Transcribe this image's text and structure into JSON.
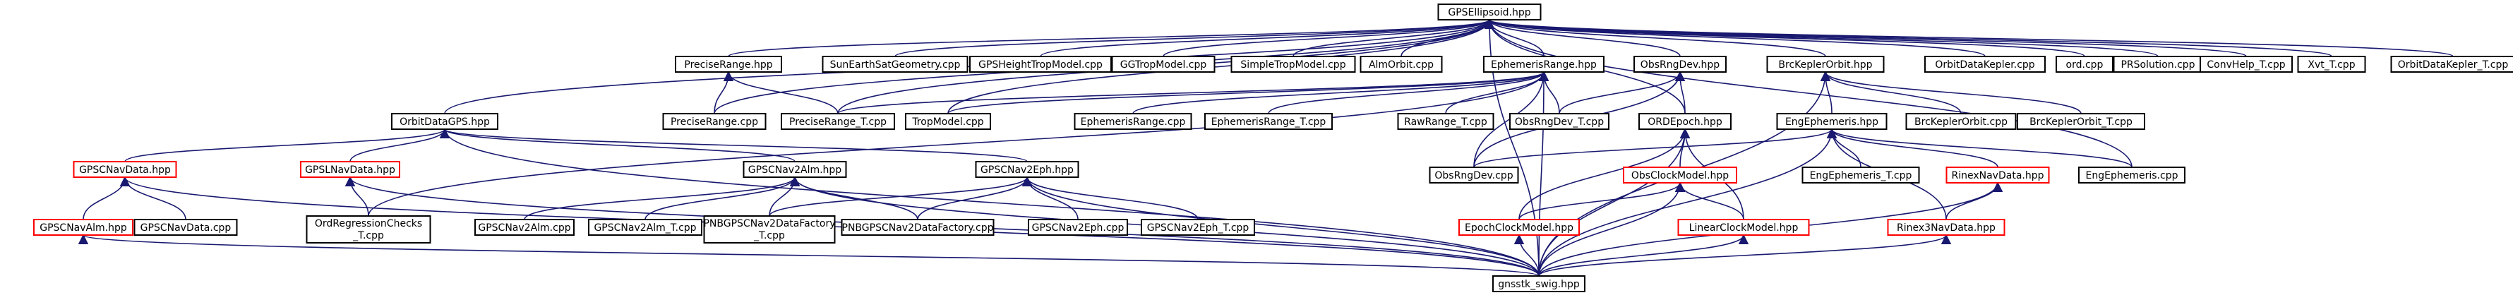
{
  "colors": {
    "edge": "#191970",
    "node_border": "#000000",
    "node_border_red": "#ff0000",
    "root_fill": "#bfbfbf",
    "node_fill": "#ffffff"
  },
  "nodes": [
    {
      "id": "root",
      "label": "GPSEllipsoid.hpp",
      "style": "root"
    },
    {
      "id": "precise_range_hpp",
      "label": "PreciseRange.hpp",
      "style": "normal"
    },
    {
      "id": "sun_earth",
      "label": "SunEarthSatGeometry.cpp",
      "style": "normal"
    },
    {
      "id": "gpsheight",
      "label": "GPSHeightTropModel.cpp",
      "style": "normal"
    },
    {
      "id": "gtrop",
      "label": "GGTropModel.cpp",
      "style": "normal"
    },
    {
      "id": "simpletrop",
      "label": "SimpleTropModel.cpp",
      "style": "normal"
    },
    {
      "id": "almorbit",
      "label": "AlmOrbit.cpp",
      "style": "normal"
    },
    {
      "id": "ephrange_hpp",
      "label": "EphemerisRange.hpp",
      "style": "normal"
    },
    {
      "id": "obsrngdev_hpp",
      "label": "ObsRngDev.hpp",
      "style": "normal"
    },
    {
      "id": "brckepler_hpp",
      "label": "BrcKeplerOrbit.hpp",
      "style": "normal"
    },
    {
      "id": "orbitdatakepler",
      "label": "OrbitDataKepler.cpp",
      "style": "normal"
    },
    {
      "id": "ord",
      "label": "ord.cpp",
      "style": "normal"
    },
    {
      "id": "prsolution",
      "label": "PRSolution.cpp",
      "style": "normal"
    },
    {
      "id": "convhelp",
      "label": "ConvHelp_T.cpp",
      "style": "normal"
    },
    {
      "id": "xvt_t",
      "label": "Xvt_T.cpp",
      "style": "normal"
    },
    {
      "id": "orbitdatakepler_t",
      "label": "OrbitDataKepler_T.cpp",
      "style": "normal"
    },
    {
      "id": "orbitdatagps",
      "label": "OrbitDataGPS.hpp",
      "style": "normal"
    },
    {
      "id": "preciserange_cpp",
      "label": "PreciseRange.cpp",
      "style": "normal"
    },
    {
      "id": "preciserange_t",
      "label": "PreciseRange_T.cpp",
      "style": "normal"
    },
    {
      "id": "tropmodel",
      "label": "TropModel.cpp",
      "style": "normal"
    },
    {
      "id": "ephrange_cpp",
      "label": "EphemerisRange.cpp",
      "style": "normal"
    },
    {
      "id": "ephrange_t",
      "label": "EphemerisRange_T.cpp",
      "style": "normal"
    },
    {
      "id": "rawrange_t",
      "label": "RawRange_T.cpp",
      "style": "normal"
    },
    {
      "id": "obsrngdev_t",
      "label": "ObsRngDev_T.cpp",
      "style": "normal"
    },
    {
      "id": "engephemeris_hpp",
      "label": "EngEphemeris.hpp",
      "style": "normal"
    },
    {
      "id": "brckepler_cpp",
      "label": "BrcKeplerOrbit.cpp",
      "style": "normal"
    },
    {
      "id": "brckepler_t",
      "label": "BrcKeplerOrbit_T.cpp",
      "style": "normal"
    },
    {
      "id": "ordepoch_hpp",
      "label": "ORDEpoch.hpp",
      "style": "normal"
    },
    {
      "id": "gpscnavdata_hpp",
      "label": "GPSCNavData.hpp",
      "style": "red"
    },
    {
      "id": "gpslnavdata_hpp",
      "label": "GPSLNavData.hpp",
      "style": "red"
    },
    {
      "id": "gpscnav2alm_hpp",
      "label": "GPSCNav2Alm.hpp",
      "style": "normal"
    },
    {
      "id": "gpscnav2eph_hpp",
      "label": "GPSCNav2Eph.hpp",
      "style": "normal"
    },
    {
      "id": "obsrngdev_cpp",
      "label": "ObsRngDev.cpp",
      "style": "normal"
    },
    {
      "id": "obsclockmodel_hpp",
      "label": "ObsClockModel.hpp",
      "style": "red"
    },
    {
      "id": "engephemeris_t",
      "label": "EngEphemeris_T.cpp",
      "style": "normal"
    },
    {
      "id": "rinexnavdata_hpp",
      "label": "RinexNavData.hpp",
      "style": "red"
    },
    {
      "id": "engephemeris_cpp",
      "label": "EngEphemeris.cpp",
      "style": "normal"
    },
    {
      "id": "gpscnavalm_hpp",
      "label": "GPSCNavAlm.hpp",
      "style": "red"
    },
    {
      "id": "gpscnavdata_cpp",
      "label": "GPSCNavData.cpp",
      "style": "normal"
    },
    {
      "id": "ordregression",
      "label": "OrdRegressionChecks_T.cpp",
      "style": "normal",
      "lines": [
        "OrdRegressionChecks",
        "_T.cpp"
      ]
    },
    {
      "id": "gpscnav2alm_cpp",
      "label": "GPSCNav2Alm.cpp",
      "style": "normal"
    },
    {
      "id": "gpscnav2alm_t",
      "label": "GPSCNav2Alm_T.cpp",
      "style": "normal"
    },
    {
      "id": "pnbgpscnav2factory_t",
      "label": "PNBGPSCNav2DataFactory_T.cpp",
      "style": "normal",
      "lines": [
        "PNBGPSCNav2DataFactory",
        "_T.cpp"
      ]
    },
    {
      "id": "pnbgpscnav2factory",
      "label": "PNBGPSCNav2DataFactory.cpp",
      "style": "normal"
    },
    {
      "id": "gpscnav2eph_cpp",
      "label": "GPSCNav2Eph.cpp",
      "style": "normal"
    },
    {
      "id": "gpscnav2eph_t",
      "label": "GPSCNav2Eph_T.cpp",
      "style": "normal"
    },
    {
      "id": "epochclockmodel_hpp",
      "label": "EpochClockModel.hpp",
      "style": "red"
    },
    {
      "id": "linearclockmodel_hpp",
      "label": "LinearClockModel.hpp",
      "style": "red"
    },
    {
      "id": "rinex3navdata_hpp",
      "label": "Rinex3NavData.hpp",
      "style": "red"
    },
    {
      "id": "gnsstk_swig",
      "label": "gnsstk_swig.hpp",
      "style": "normal"
    }
  ],
  "edges": [
    [
      "precise_range_hpp",
      "root"
    ],
    [
      "sun_earth",
      "root"
    ],
    [
      "gpsheight",
      "root"
    ],
    [
      "gtrop",
      "root"
    ],
    [
      "simpletrop",
      "root"
    ],
    [
      "almorbit",
      "root"
    ],
    [
      "ephrange_hpp",
      "root"
    ],
    [
      "obsrngdev_hpp",
      "root"
    ],
    [
      "brckepler_hpp",
      "root"
    ],
    [
      "orbitdatakepler",
      "root"
    ],
    [
      "ord",
      "root"
    ],
    [
      "prsolution",
      "root"
    ],
    [
      "convhelp",
      "root"
    ],
    [
      "xvt_t",
      "root"
    ],
    [
      "orbitdatakepler_t",
      "root"
    ],
    [
      "orbitdatagps",
      "root"
    ],
    [
      "preciserange_cpp",
      "root"
    ],
    [
      "preciserange_t",
      "root"
    ],
    [
      "tropmodel",
      "root"
    ],
    [
      "ordepoch_hpp",
      "root"
    ],
    [
      "engephemeris_cpp",
      "root"
    ],
    [
      "gnsstk_swig",
      "root"
    ],
    [
      "preciserange_cpp",
      "precise_range_hpp"
    ],
    [
      "preciserange_t",
      "precise_range_hpp"
    ],
    [
      "tropmodel",
      "ephrange_hpp"
    ],
    [
      "ephrange_cpp",
      "ephrange_hpp"
    ],
    [
      "ephrange_t",
      "ephrange_hpp"
    ],
    [
      "rawrange_t",
      "ephrange_hpp"
    ],
    [
      "obsrngdev_t",
      "ephrange_hpp"
    ],
    [
      "obsrngdev_cpp",
      "ephrange_hpp"
    ],
    [
      "gnsstk_swig",
      "ephrange_hpp"
    ],
    [
      "preciserange_t",
      "ephrange_hpp"
    ],
    [
      "ordregression",
      "ephrange_hpp"
    ],
    [
      "obsrngdev_t",
      "obsrngdev_hpp"
    ],
    [
      "ordepoch_hpp",
      "obsrngdev_hpp"
    ],
    [
      "obsrngdev_cpp",
      "obsrngdev_hpp"
    ],
    [
      "engephemeris_hpp",
      "brckepler_hpp"
    ],
    [
      "brckepler_cpp",
      "brckepler_hpp"
    ],
    [
      "brckepler_t",
      "brckepler_hpp"
    ],
    [
      "gnsstk_swig",
      "brckepler_hpp"
    ],
    [
      "gpscnavdata_hpp",
      "orbitdatagps"
    ],
    [
      "gpslnavdata_hpp",
      "orbitdatagps"
    ],
    [
      "gpscnav2alm_hpp",
      "orbitdatagps"
    ],
    [
      "gpscnav2eph_hpp",
      "orbitdatagps"
    ],
    [
      "gnsstk_swig",
      "orbitdatagps"
    ],
    [
      "obsrngdev_cpp",
      "engephemeris_hpp"
    ],
    [
      "engephemeris_t",
      "engephemeris_hpp"
    ],
    [
      "rinexnavdata_hpp",
      "engephemeris_hpp"
    ],
    [
      "engephemeris_cpp",
      "engephemeris_hpp"
    ],
    [
      "rinex3navdata_hpp",
      "engephemeris_hpp"
    ],
    [
      "gnsstk_swig",
      "engephemeris_hpp"
    ],
    [
      "obsclockmodel_hpp",
      "ordepoch_hpp"
    ],
    [
      "epochclockmodel_hpp",
      "ordepoch_hpp"
    ],
    [
      "linearclockmodel_hpp",
      "ordepoch_hpp"
    ],
    [
      "gnsstk_swig",
      "ordepoch_hpp"
    ],
    [
      "gpscnavalm_hpp",
      "gpscnavdata_hpp"
    ],
    [
      "gpscnavdata_cpp",
      "gpscnavdata_hpp"
    ],
    [
      "gnsstk_swig",
      "gpscnavdata_hpp"
    ],
    [
      "ordregression",
      "gpslnavdata_hpp"
    ],
    [
      "gnsstk_swig",
      "gpslnavdata_hpp"
    ],
    [
      "gpscnav2alm_cpp",
      "gpscnav2alm_hpp"
    ],
    [
      "gpscnav2alm_t",
      "gpscnav2alm_hpp"
    ],
    [
      "pnbgpscnav2factory_t",
      "gpscnav2alm_hpp"
    ],
    [
      "pnbgpscnav2factory",
      "gpscnav2alm_hpp"
    ],
    [
      "gnsstk_swig",
      "gpscnav2alm_hpp"
    ],
    [
      "gpscnav2eph_cpp",
      "gpscnav2eph_hpp"
    ],
    [
      "gpscnav2eph_t",
      "gpscnav2eph_hpp"
    ],
    [
      "pnbgpscnav2factory_t",
      "gpscnav2eph_hpp"
    ],
    [
      "pnbgpscnav2factory",
      "gpscnav2eph_hpp"
    ],
    [
      "gnsstk_swig",
      "gpscnav2eph_hpp"
    ],
    [
      "epochclockmodel_hpp",
      "obsclockmodel_hpp"
    ],
    [
      "linearclockmodel_hpp",
      "obsclockmodel_hpp"
    ],
    [
      "gnsstk_swig",
      "obsclockmodel_hpp"
    ],
    [
      "rinex3navdata_hpp",
      "rinexnavdata_hpp"
    ],
    [
      "gnsstk_swig",
      "rinexnavdata_hpp"
    ],
    [
      "gnsstk_swig",
      "gpscnavalm_hpp"
    ],
    [
      "gnsstk_swig",
      "epochclockmodel_hpp"
    ],
    [
      "gnsstk_swig",
      "linearclockmodel_hpp"
    ],
    [
      "gnsstk_swig",
      "rinex3navdata_hpp"
    ]
  ]
}
